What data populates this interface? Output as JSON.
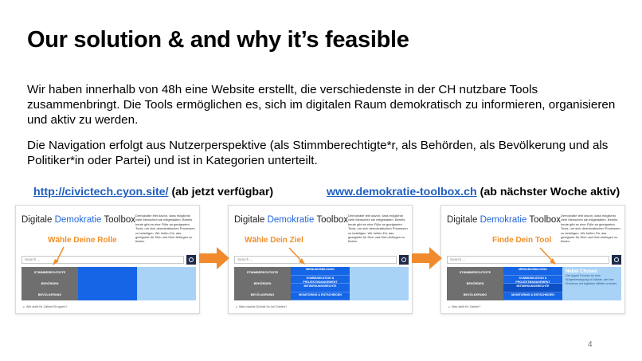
{
  "title": "Our solution & and why it’s feasible",
  "paragraph1": "Wir haben innerhalb von 48h eine Website erstellt, die verschiedenste in der CH nutzbare Tools zusammenbringt. Die Tools ermöglichen es, sich im digitalen Raum demokratisch zu informieren, organisieren und aktiv zu werden.",
  "paragraph2": "Die Navigation erfolgt aus Nutzerperspektive (als Stimmberechtigte*r, als Behörden, als Bevölkerung und als Politiker*in oder Partei) und ist in Kategorien unterteilt.",
  "links": [
    {
      "url_text": "http://civictech.cyon.site/",
      "suffix": " (ab jetzt verfügbar)"
    },
    {
      "url_text": "www.demokratie-toolbox.ch",
      "suffix": " (ab nächster Woche aktiv)"
    }
  ],
  "screens": [
    {
      "brand_before": "Digitale ",
      "brand_accent": "Demokratie",
      "brand_after": " Toolbox",
      "callout": "Wähle Deine Rolle",
      "description": "Demokratie lebt davon, dass möglichst viele Menschen sie mitgestalten. Bereits heute gibt es eine Fülle an geeigneten Tools, um sich demokratischen Prozessen zu beteiligen. Wir helfen Dir, das geeignete für Dich und Dein Anliegen zu finden.",
      "search_placeholder": "Search ...",
      "footnote": "Wie stellt Ihr Zahlen/Gruppen?"
    },
    {
      "brand_before": "Digitale ",
      "brand_accent": "Demokratie",
      "brand_after": " Toolbox",
      "callout": "Wähle Dein Ziel",
      "description": "Demokratie lebt davon, dass möglichst viele Menschen sie mitgestalten. Bereits heute gibt es eine Fülle an geeigneten Tools, um sich demokratischen Prozessen zu beteiligen. Wir helfen Dir, das geeignete für Dich und Dein Anliegen zu finden.",
      "search_placeholder": "Search ...",
      "footnote": "Was machst Du/bist Du bei Zahlen?"
    },
    {
      "brand_before": "Digitale ",
      "brand_accent": "Demokratie",
      "brand_after": " Toolbox",
      "callout": "Finde Dein Tool",
      "description": "Demokratie lebt davon, dass möglichst viele Menschen sie mitgestalten. Bereits heute gibt es eine Fülle an geeigneten Tools, um sich demokratischen Prozessen zu beteiligen. Wir helfen Dir, das geeignete für Dich und Dein Anliegen zu finden.",
      "search_placeholder": "Search ...",
      "footnote": "Was stellt Ihr Zahlen?",
      "tool_title": "Nebel Chosen",
      "tool_description": "Der Appel Chosen ist eine Bürgerbewegung im Walde, die ihre Prozesse mit digitalen Mitteln umsetzt."
    }
  ],
  "roles": [
    "STIMMBERECHTIGTE",
    "BEHÖRDEN",
    "BEVÖLKERUNG"
  ],
  "categories": [
    "MEINUNGSBILDUNG",
    "KOMMUNIKATION & PROJEKTMANAGEMENT",
    "MITWIRKUNGSRECHTE",
    "MONITORING & ENTSCHEIDEN"
  ],
  "page_number": "4",
  "colors": {
    "link": "#1f5fbf",
    "callout": "#f0902a",
    "arrow": "#f08a2c",
    "blue": "#1565e6",
    "light_blue": "#a8d3f7",
    "gray": "#6f6f6f"
  }
}
